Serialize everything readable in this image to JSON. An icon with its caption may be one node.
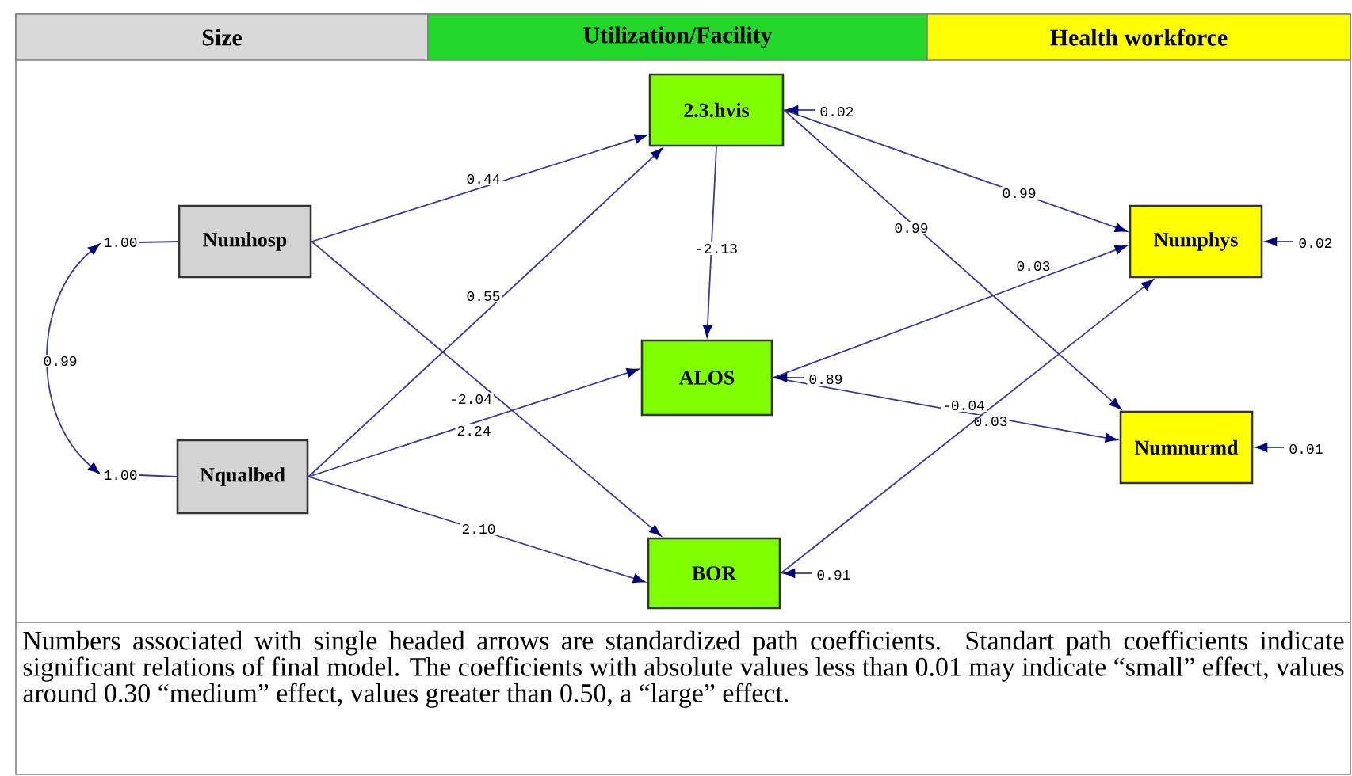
{
  "diagram": {
    "caption": "Numbers associated with single headed arrows are standardized path coefficients. Standart path coefficients indicate significant relations of final model. The coefficients with absolute values less than 0.01 may indicate “small” effect, values around 0.30 “medium” effect, values greater than 0.50, a “large” effect.",
    "nodes": [
      {
        "text": [
          "Size"
        ]
      },
      {
        "text": [
          "Utilization/Facility"
        ]
      },
      {
        "text": [
          "Health workforce"
        ]
      },
      {
        "text": [
          "Numhosp"
        ]
      },
      {
        "text": [
          "Nqualbed"
        ]
      },
      {
        "text": [
          "2.3.hvis"
        ]
      },
      {
        "text": [
          "ALOS"
        ]
      },
      {
        "text": [
          "BOR"
        ]
      },
      {
        "text": [
          "Numphys"
        ]
      },
      {
        "text": [
          "Numnurmd"
        ]
      },
      {
        "text": [
          "1.00"
        ]
      },
      {
        "text": [
          "1.00"
        ]
      }
    ],
    "edges": [
      {
        "from": 10,
        "to": 11,
        "arrow": "both",
        "label": "0.99"
      },
      {
        "from": 3,
        "to": 5,
        "arrow": "to",
        "label": "0.44"
      },
      {
        "from": 3,
        "to": 7,
        "arrow": "to",
        "label": "-2.04"
      },
      {
        "from": 4,
        "to": 5,
        "arrow": "to",
        "label": "0.55"
      },
      {
        "from": 4,
        "to": 6,
        "arrow": "to",
        "label": "2.24"
      },
      {
        "from": 4,
        "to": 7,
        "arrow": "to",
        "label": "2.10"
      },
      {
        "from": 5,
        "to": 6,
        "arrow": "to",
        "label": "-2.13"
      },
      {
        "from": 5,
        "to": 8,
        "arrow": "to",
        "label": "0.99"
      },
      {
        "from": 5,
        "to": 9,
        "arrow": "to",
        "label": "0.99"
      },
      {
        "from": 6,
        "to": 8,
        "arrow": "to",
        "label": "0.03"
      },
      {
        "from": 6,
        "to": 9,
        "arrow": "to",
        "label": "0.03"
      },
      {
        "from": 7,
        "to": 8,
        "arrow": "to",
        "label": "-0.04"
      },
      {
        "from": null,
        "to": 5,
        "arrow": "to",
        "label": "0.02"
      },
      {
        "from": null,
        "to": 6,
        "arrow": "to",
        "label": "0.89"
      },
      {
        "from": null,
        "to": 7,
        "arrow": "to",
        "label": "0.91"
      },
      {
        "from": null,
        "to": 8,
        "arrow": "to",
        "label": "0.02"
      },
      {
        "from": null,
        "to": 9,
        "arrow": "to",
        "label": "0.01"
      },
      {
        "from": 10,
        "to": 3,
        "arrow": "none"
      },
      {
        "from": 11,
        "to": 4,
        "arrow": "none"
      }
    ]
  }
}
